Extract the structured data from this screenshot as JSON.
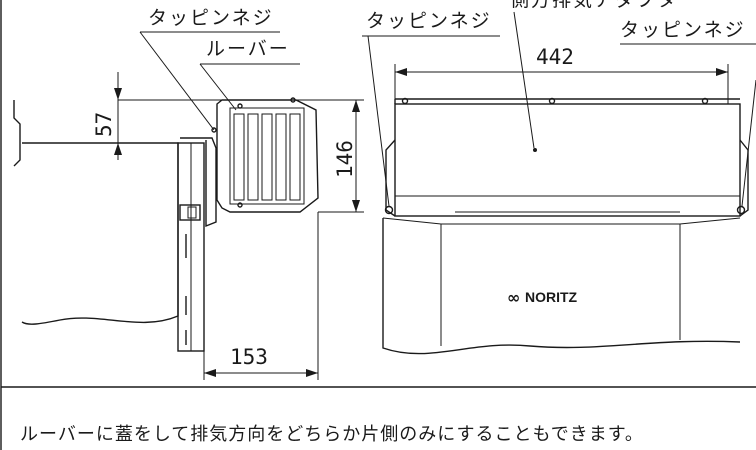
{
  "labels": {
    "side_screw": "タッピンネジ",
    "side_louver": "ルーバー",
    "front_screw_left": "タッピンネジ",
    "front_exhaust_partial": "側方排気アダプター",
    "front_screw_right": "タッピンネジ"
  },
  "dimensions": {
    "side_offset": "57",
    "side_height": "146",
    "side_depth": "153",
    "front_width": "442"
  },
  "brand": "NORITZ",
  "caption": "ルーバーに蓋をして排気方向をどちらか片側のみにすることもできます。"
}
